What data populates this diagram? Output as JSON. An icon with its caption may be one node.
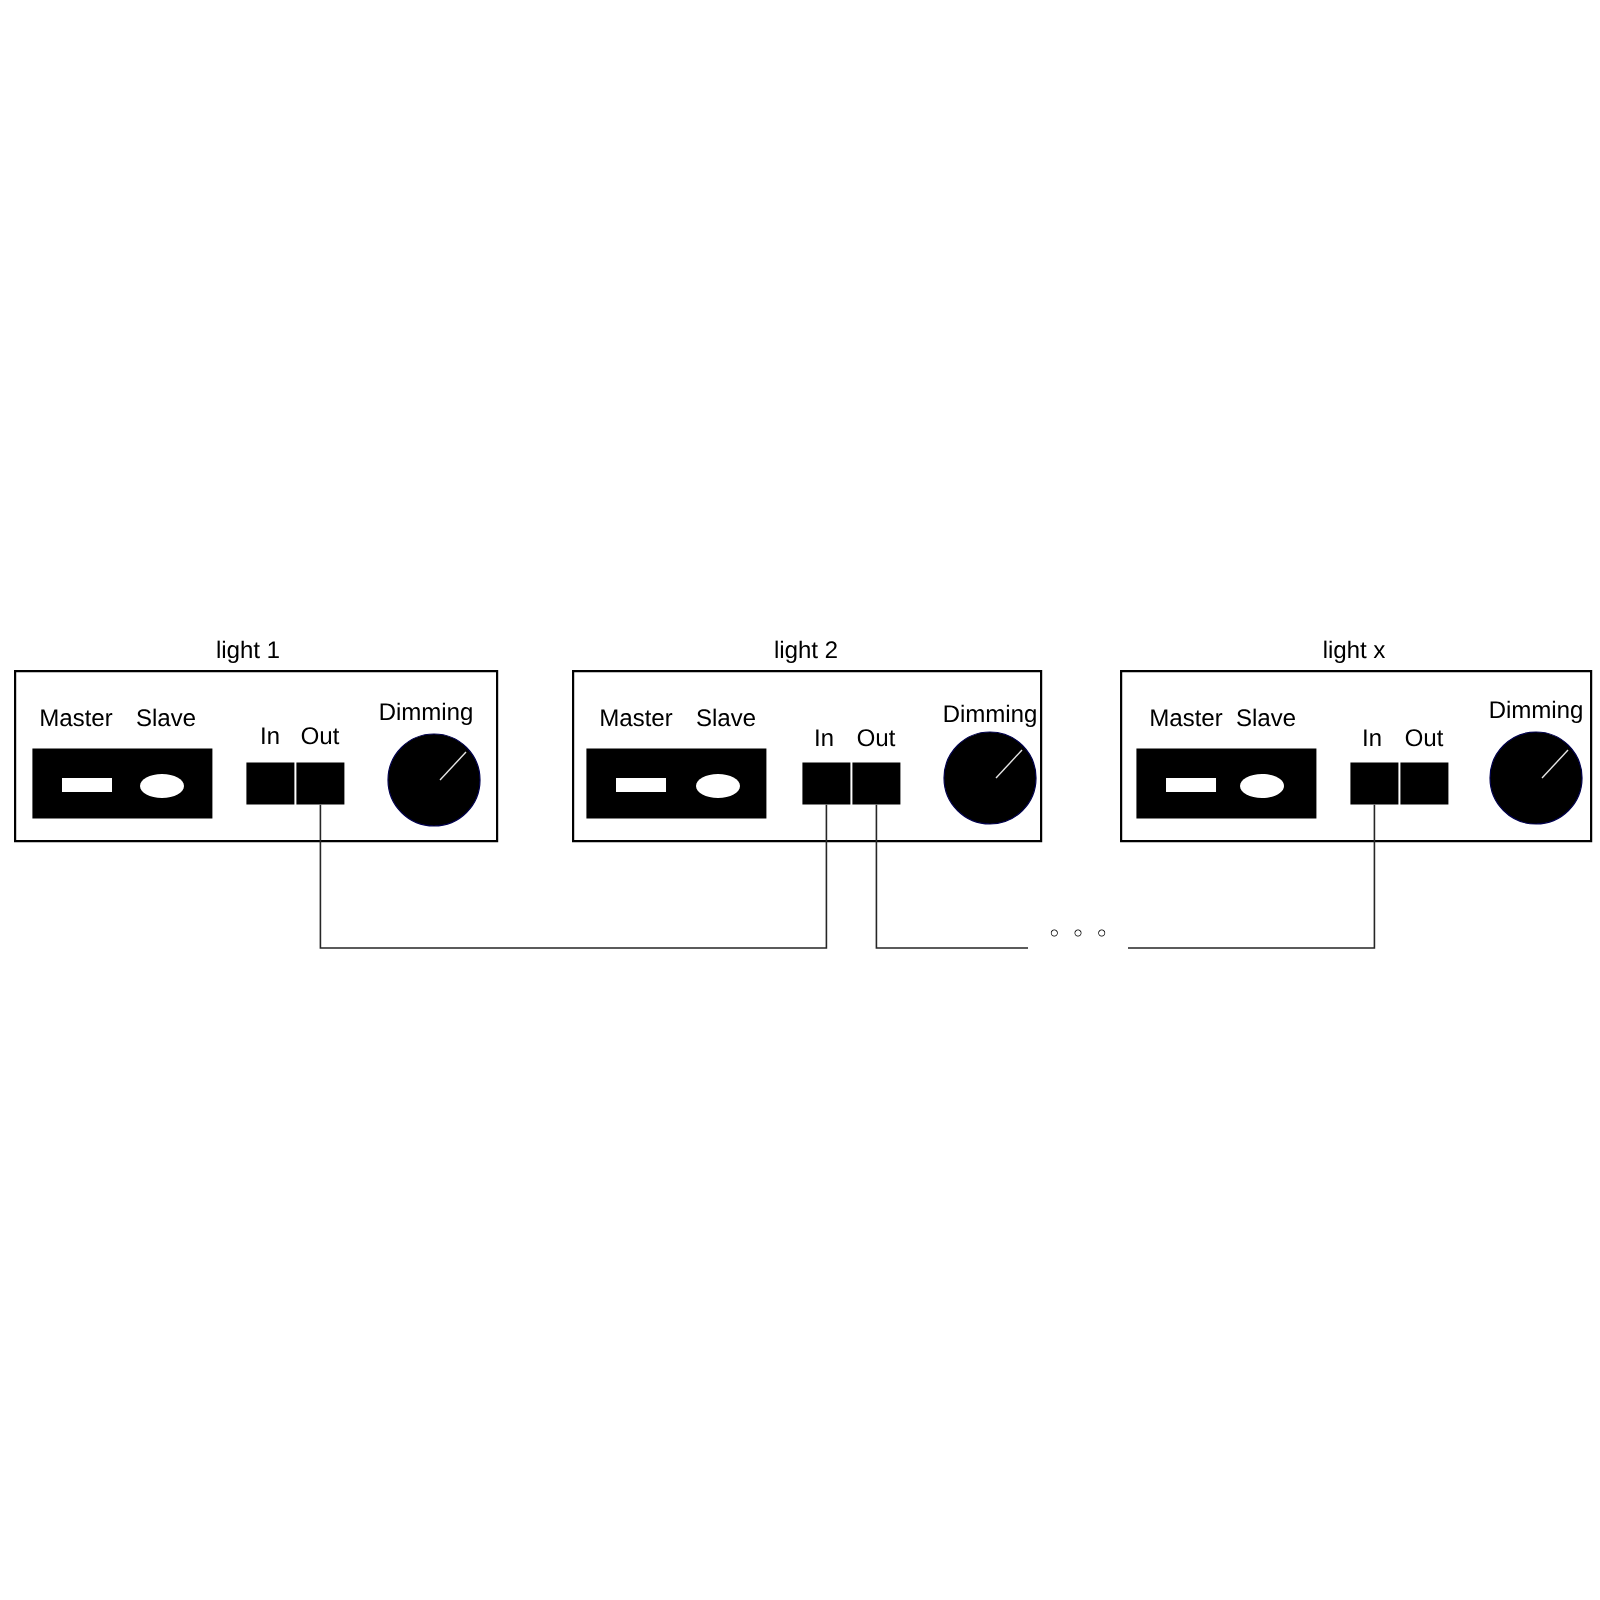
{
  "diagram": {
    "nodes": [
      {
        "text": [
          "light 1"
        ]
      },
      {
        "text": [
          "Master",
          "Slave"
        ],
        "in": 0
      },
      {
        "text": [
          "In"
        ],
        "in": 0
      },
      {
        "text": [
          "Out"
        ],
        "in": 0
      },
      {
        "text": [
          "Dimming"
        ],
        "in": 0
      },
      {
        "text": [
          "light 2"
        ]
      },
      {
        "text": [
          "Master",
          "Slave"
        ],
        "in": 5
      },
      {
        "text": [
          "In"
        ],
        "in": 5
      },
      {
        "text": [
          "Out"
        ],
        "in": 5
      },
      {
        "text": [
          "Dimming"
        ],
        "in": 5
      },
      {
        "text": [
          "light x"
        ]
      },
      {
        "text": [
          "Master",
          "Slave"
        ],
        "in": 10
      },
      {
        "text": [
          "In"
        ],
        "in": 10
      },
      {
        "text": [
          "Out"
        ],
        "in": 10
      },
      {
        "text": [
          "Dimming"
        ],
        "in": 10
      }
    ],
    "edges": [
      {
        "from": 3,
        "to": 7,
        "arrow": "none"
      },
      {
        "from": 8,
        "to": 12,
        "arrow": "none",
        "label": "◦ ◦ ◦"
      }
    ]
  }
}
